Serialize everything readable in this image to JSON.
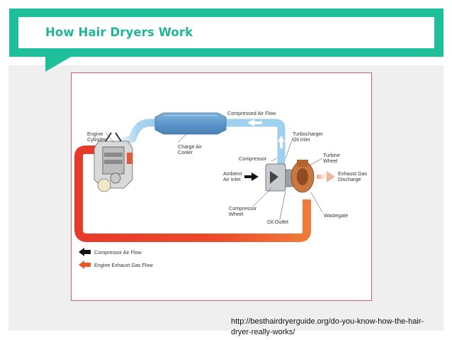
{
  "slide": {
    "title": "How Hair Dryers Work",
    "source_url": "http://besthairdryerguide.org/do-you-know-how-the-hair-dryer-really-works/"
  },
  "diagram": {
    "labels": {
      "engine_cylinder_1": "Engine",
      "engine_cylinder_2": "Cylinder",
      "charge_air_cooler_1": "Charge Air",
      "charge_air_cooler_2": "Cooler",
      "compressed_air_flow": "Compressed Air Flow",
      "turbocharger_oil_inlet_1": "Turbocharger",
      "turbocharger_oil_inlet_2": "Oil Inlet",
      "compressor": "Compressor",
      "turbine_wheel_1": "Turbine",
      "turbine_wheel_2": "Wheel",
      "ambient_air_inlet_1": "Ambient",
      "ambient_air_inlet_2": "Air Inlet",
      "exhaust_gas_discharge_1": "Exhaust Gas",
      "exhaust_gas_discharge_2": "Discharge",
      "compressor_wheel_1": "Compressor",
      "compressor_wheel_2": "Wheel",
      "oil_outlet": "Oil Outlet",
      "wastegate": "Wastegate"
    },
    "legend": [
      {
        "label": "Compressor Air Flow",
        "color": "#111111"
      },
      {
        "label": "Engine Exhaust Gas Flow",
        "color": "#e8552a"
      }
    ],
    "colors": {
      "accent": "#1fbf9c",
      "cool_air": "#9fd0ee",
      "hot_exhaust": "#e83a2a"
    }
  }
}
